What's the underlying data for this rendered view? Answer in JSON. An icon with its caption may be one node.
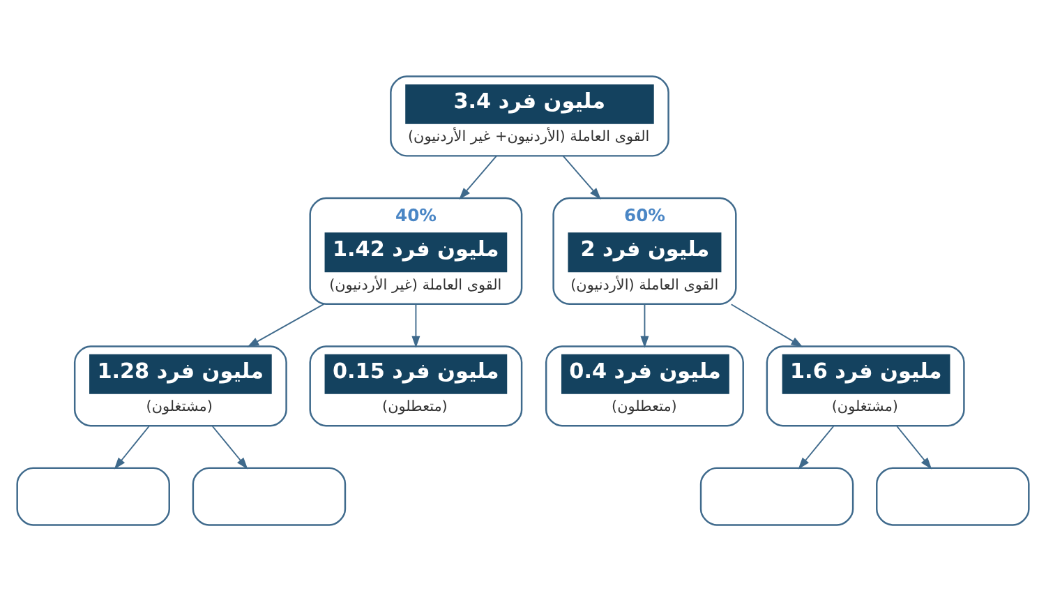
{
  "diagram": {
    "nodes": [
      {
        "text": [
          "3.4 مليون فرد",
          "القوى العاملة (الأردنيون+ غير الأردنيون)"
        ]
      },
      {
        "text": [
          "60%",
          "2 مليون فرد",
          "القوى العاملة (الأردنيون)"
        ]
      },
      {
        "text": [
          "40%",
          "1.42 مليون فرد",
          "القوى العاملة (غير الأردنيون)"
        ]
      },
      {
        "text": [
          "1.6 مليون فرد",
          "(مشتغلون)"
        ]
      },
      {
        "text": [
          "0.4 مليون فرد",
          "(متعطلون)"
        ]
      },
      {
        "text": [
          "0.15 مليون فرد",
          "(متعطلون)"
        ]
      },
      {
        "text": [
          "1.28 مليون فرد",
          "(مشتغلون)"
        ]
      },
      {
        "text": [],
        "shape": "box"
      },
      {
        "text": [],
        "shape": "box"
      },
      {
        "text": [],
        "shape": "box"
      },
      {
        "text": [],
        "shape": "box"
      }
    ],
    "edges": [
      {
        "from": 0,
        "to": 1,
        "arrow": "to"
      },
      {
        "from": 0,
        "to": 2,
        "arrow": "to"
      },
      {
        "from": 1,
        "to": 3,
        "arrow": "to"
      },
      {
        "from": 1,
        "to": 4,
        "arrow": "to"
      },
      {
        "from": 2,
        "to": 5,
        "arrow": "to"
      },
      {
        "from": 2,
        "to": 6,
        "arrow": "to"
      },
      {
        "from": 3,
        "to": 7,
        "arrow": "to"
      },
      {
        "from": 3,
        "to": 8,
        "arrow": "to"
      },
      {
        "from": 6,
        "to": 9,
        "arrow": "to"
      },
      {
        "from": 6,
        "to": 10,
        "arrow": "to"
      }
    ]
  }
}
